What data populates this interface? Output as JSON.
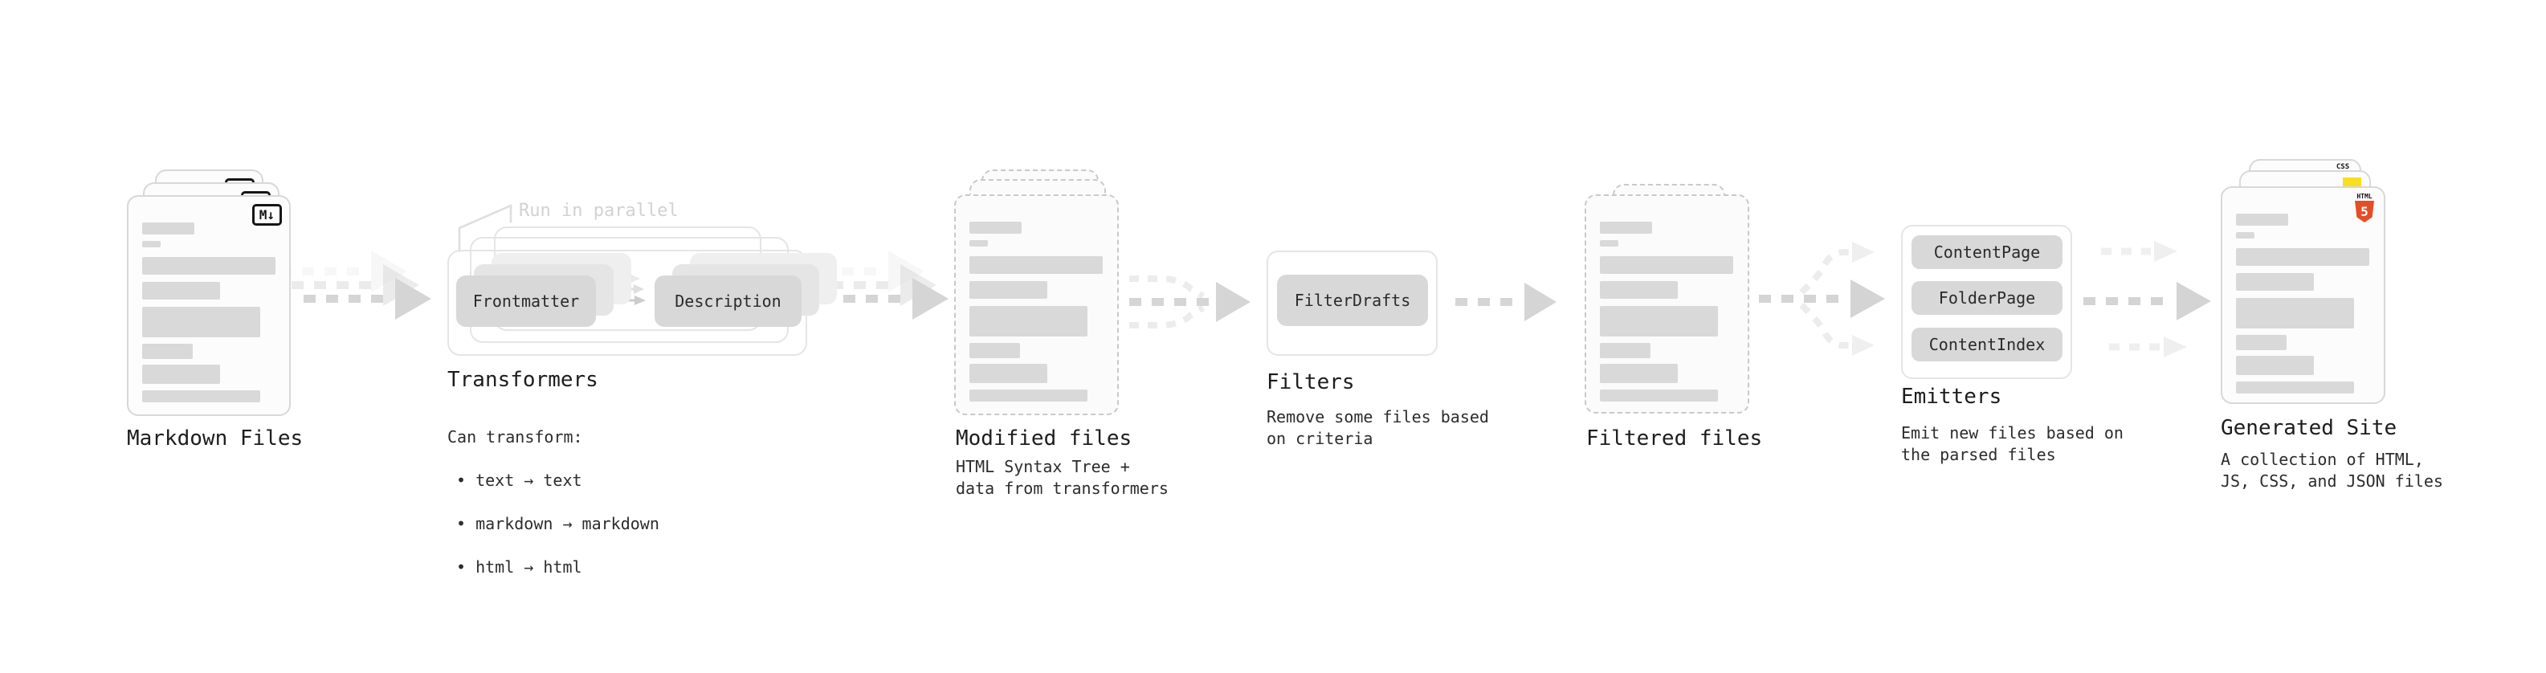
{
  "diagram": {
    "markdown": {
      "label": "Markdown Files",
      "badge": "M↓"
    },
    "transformers": {
      "label": "Transformers",
      "annotation": "Run in parallel",
      "input_pill": "Frontmatter",
      "output_pill": "Description",
      "desc_title": "Can transform:",
      "bullets": [
        "• text → text",
        "• markdown → markdown",
        "• html → html"
      ]
    },
    "modified": {
      "label": "Modified files",
      "desc": "HTML Syntax Tree +\ndata from transformers"
    },
    "filters": {
      "label": "Filters",
      "pill": "FilterDrafts",
      "desc": "Remove some files based\non criteria"
    },
    "filtered": {
      "label": "Filtered files"
    },
    "emitters": {
      "label": "Emitters",
      "pills": [
        "ContentPage",
        "FolderPage",
        "ContentIndex"
      ],
      "desc": "Emit new files based on\nthe parsed files"
    },
    "generated": {
      "label": "Generated Site",
      "desc": "A collection of HTML,\nJS, CSS, and JSON files",
      "css_badge": "CSS",
      "html_badge": "HTML",
      "html_number": "5"
    }
  },
  "colors": {
    "bar_gray": "#d9d9d9",
    "pill_gray": "#d8d8d8",
    "arrow_gray": "#d5d5d5",
    "arrow_light": "#ececec",
    "border_gray": "#d8d8d8",
    "dashed_border": "#c9c9c9",
    "html5_orange": "#e44d26",
    "js_yellow": "#f7df1e",
    "css_blue": "#2760e6",
    "text_dark": "#1d1d1d",
    "annotation_gray": "#d2d2d2"
  }
}
